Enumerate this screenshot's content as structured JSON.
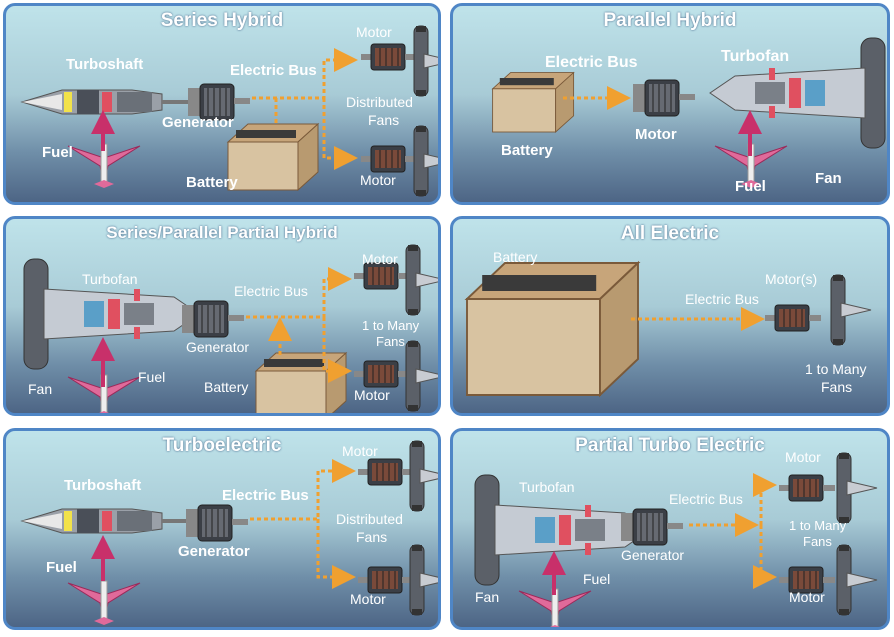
{
  "colors": {
    "panel_border": "#4f86c6",
    "arrow": "#f0a030",
    "fuel_arrow": "#c8306a",
    "label": "#ffffff"
  },
  "panels": {
    "series_hybrid": {
      "title": "Series Hybrid",
      "turboshaft": "Turboshaft",
      "generator": "Generator",
      "electric_bus": "Electric Bus",
      "motor_top": "Motor",
      "distributed": "Distributed",
      "fans": "Fans",
      "motor_bottom": "Motor",
      "fuel": "Fuel",
      "battery": "Battery"
    },
    "parallel_hybrid": {
      "title": "Parallel Hybrid",
      "electric_bus": "Electric Bus",
      "turbofan": "Turbofan",
      "battery": "Battery",
      "motor": "Motor",
      "fuel": "Fuel",
      "fan": "Fan"
    },
    "series_parallel": {
      "title": "Series/Parallel  Partial  Hybrid",
      "turbofan": "Turbofan",
      "electric_bus": "Electric Bus",
      "motor_top": "Motor",
      "one_to_many": "1 to Many",
      "fans": "Fans",
      "generator": "Generator",
      "fan": "Fan",
      "fuel": "Fuel",
      "battery": "Battery",
      "motor_bottom": "Motor"
    },
    "all_electric": {
      "title": "All Electric",
      "battery": "Battery",
      "electric_bus": "Electric Bus",
      "motors": "Motor(s)",
      "one_to_many": "1 to Many",
      "fans": "Fans"
    },
    "turboelectric": {
      "title": "Turboelectric",
      "turboshaft": "Turboshaft",
      "electric_bus": "Electric Bus",
      "motor_top": "Motor",
      "distributed": "Distributed",
      "fans": "Fans",
      "generator": "Generator",
      "fuel": "Fuel",
      "motor_bottom": "Motor"
    },
    "partial_turbo_electric": {
      "title": "Partial Turbo Electric",
      "turbofan": "Turbofan",
      "electric_bus": "Electric Bus",
      "motor_top": "Motor",
      "one_to_many": "1 to Many",
      "fans": "Fans",
      "generator": "Generator",
      "fuel": "Fuel",
      "fan": "Fan",
      "motor_bottom": "Motor"
    }
  }
}
